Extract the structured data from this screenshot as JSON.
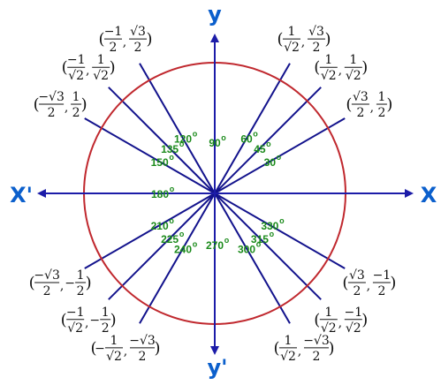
{
  "axes": {
    "x_pos": "X",
    "x_neg": "X'",
    "y_pos": "y",
    "y_neg": "y'",
    "color": "#0b5fcc",
    "arrow_color": "#1c1ca8"
  },
  "circle": {
    "stroke": "#c0282e"
  },
  "spokes": {
    "color": "#12128c"
  },
  "angles": [
    {
      "deg": 30,
      "label": "30"
    },
    {
      "deg": 45,
      "label": "45"
    },
    {
      "deg": 60,
      "label": "60"
    },
    {
      "deg": 90,
      "label": "90"
    },
    {
      "deg": 120,
      "label": "120"
    },
    {
      "deg": 135,
      "label": "135"
    },
    {
      "deg": 150,
      "label": "150"
    },
    {
      "deg": 180,
      "label": "180"
    },
    {
      "deg": 210,
      "label": "210"
    },
    {
      "deg": 225,
      "label": "225"
    },
    {
      "deg": 240,
      "label": "240"
    },
    {
      "deg": 270,
      "label": "270"
    },
    {
      "deg": 300,
      "label": "300"
    },
    {
      "deg": 315,
      "label": "315"
    },
    {
      "deg": 330,
      "label": "330"
    }
  ],
  "angle_color": "#1a8a1a",
  "degree_mark": "o",
  "coords": [
    {
      "angle": 30,
      "x": {
        "num": "√3",
        "den": "2"
      },
      "y": {
        "num": "1",
        "den": "2"
      }
    },
    {
      "angle": 45,
      "x": {
        "num": "1",
        "den": "√2"
      },
      "y": {
        "num": "1",
        "den": "√2"
      }
    },
    {
      "angle": 60,
      "x": {
        "num": "1",
        "den": "√2"
      },
      "y": {
        "num": "√3",
        "den": "2"
      }
    },
    {
      "angle": 120,
      "x": {
        "num": "−1",
        "den": "2"
      },
      "y": {
        "num": "√3",
        "den": "2"
      }
    },
    {
      "angle": 135,
      "x": {
        "num": "−1",
        "den": "√2"
      },
      "y": {
        "num": "1",
        "den": "√2"
      }
    },
    {
      "angle": 150,
      "x": {
        "num": "−√3",
        "den": "2"
      },
      "y": {
        "num": "1",
        "den": "2"
      }
    },
    {
      "angle": 210,
      "x": {
        "num": "−√3",
        "den": "2"
      },
      "y": {
        "sign": "−",
        "num": "1",
        "den": "2"
      }
    },
    {
      "angle": 225,
      "x": {
        "num": "−1",
        "den": "√2"
      },
      "y": {
        "sign": "−",
        "num": "1",
        "den": "2"
      }
    },
    {
      "angle": 240,
      "x": {
        "sign": "−",
        "num": "1",
        "den": "√2"
      },
      "y": {
        "num": "−√3",
        "den": "2"
      }
    },
    {
      "angle": 300,
      "x": {
        "num": "1",
        "den": "√2"
      },
      "y": {
        "num": "−√3",
        "den": "2"
      }
    },
    {
      "angle": 315,
      "x": {
        "num": "1",
        "den": "√2"
      },
      "y": {
        "num": "−1",
        "den": "√2"
      }
    },
    {
      "angle": 330,
      "x": {
        "num": "√3",
        "den": "2"
      },
      "y": {
        "num": "−1",
        "den": "2"
      }
    }
  ]
}
